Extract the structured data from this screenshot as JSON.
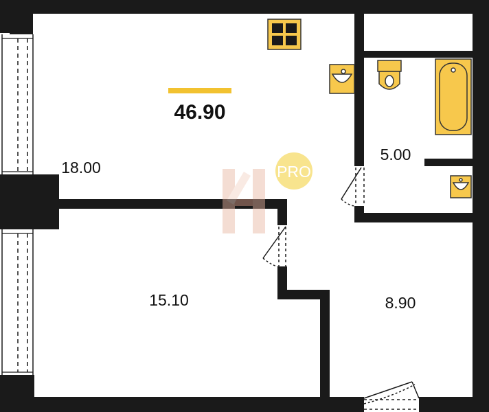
{
  "plan": {
    "total_area": "46.90",
    "rooms": [
      {
        "id": "kitchen-living",
        "area": "18.00"
      },
      {
        "id": "bathroom",
        "area": "5.00"
      },
      {
        "id": "bedroom",
        "area": "15.10"
      },
      {
        "id": "hallway",
        "area": "8.90"
      }
    ],
    "badge": "PRO",
    "watermark_letter": "H"
  },
  "colors": {
    "wall": "#1a1a1a",
    "fixture": "#f7c84c",
    "fixture_outline": "#333333",
    "accent_bar": "#f2c230",
    "badge_fill": "#f8e48e",
    "badge_text": "#ffffff",
    "watermark": "#e8b4a0"
  }
}
